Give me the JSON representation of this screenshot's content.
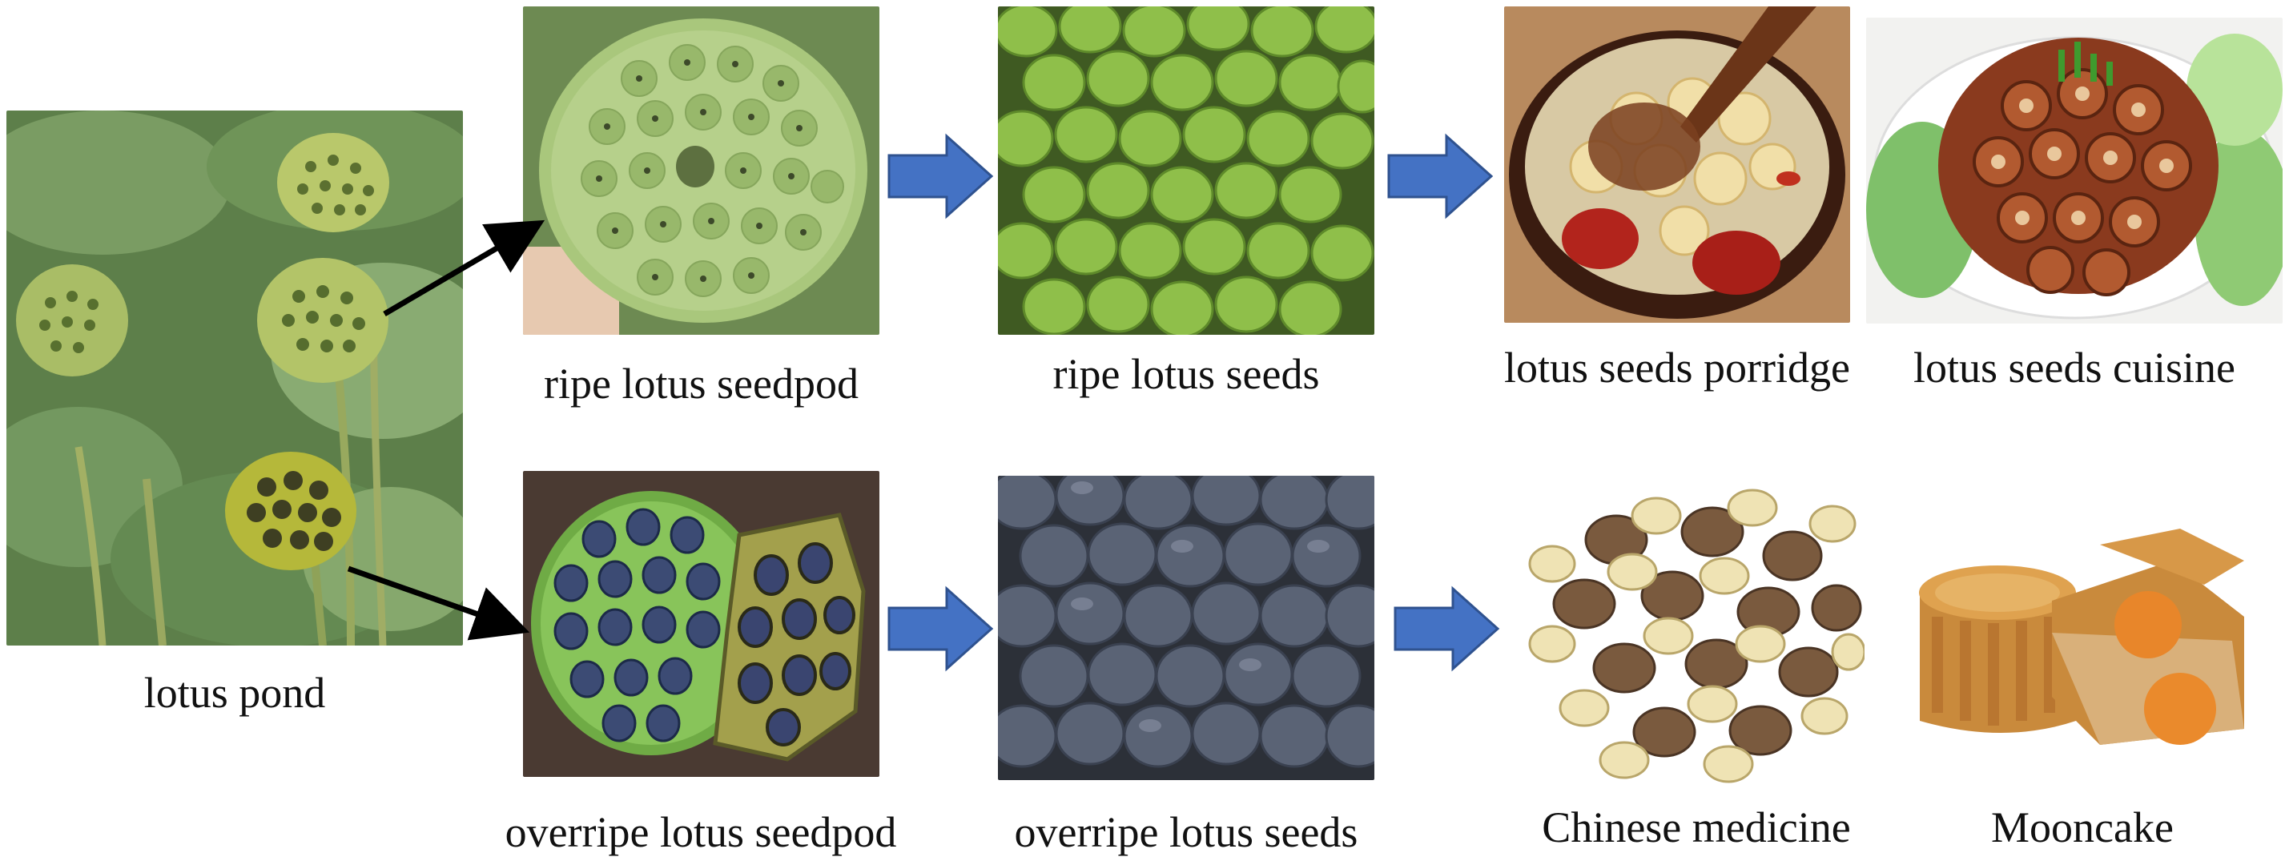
{
  "nodes": {
    "pond": {
      "caption": "lotus pond",
      "image": "lotus-pond-photo"
    },
    "ripe_seedpod": {
      "caption": "ripe lotus seedpod",
      "image": "green-seedpod-photo"
    },
    "ripe_seeds": {
      "caption": "ripe lotus seeds",
      "image": "green-seeds-photo"
    },
    "porridge": {
      "caption": "lotus seeds porridge",
      "image": "porridge-bowl-photo"
    },
    "cuisine": {
      "caption": "lotus seeds cuisine",
      "image": "braised-dish-photo"
    },
    "overripe_seedpod": {
      "caption": "overripe lotus seedpod",
      "image": "dry-seedpod-photo"
    },
    "overripe_seeds": {
      "caption": "overripe lotus seeds",
      "image": "dark-seeds-photo"
    },
    "medicine": {
      "caption": "Chinese medicine",
      "image": "split-seeds-photo"
    },
    "mooncake": {
      "caption": "Mooncake",
      "image": "mooncake-photo"
    }
  },
  "edges": [
    {
      "from": "pond",
      "to": "ripe_seedpod",
      "style": "black-line-arrow"
    },
    {
      "from": "pond",
      "to": "overripe_seedpod",
      "style": "black-line-arrow"
    },
    {
      "from": "ripe_seedpod",
      "to": "ripe_seeds",
      "style": "blue-block-arrow"
    },
    {
      "from": "ripe_seeds",
      "to": "porridge",
      "style": "blue-block-arrow"
    },
    {
      "from": "overripe_seedpod",
      "to": "overripe_seeds",
      "style": "blue-block-arrow"
    },
    {
      "from": "overripe_seeds",
      "to": "medicine",
      "style": "blue-block-arrow"
    }
  ],
  "colors": {
    "block_arrow_fill": "#4472c4",
    "block_arrow_stroke": "#2f528f",
    "line_arrow": "#000000",
    "caption_text": "#111111"
  }
}
